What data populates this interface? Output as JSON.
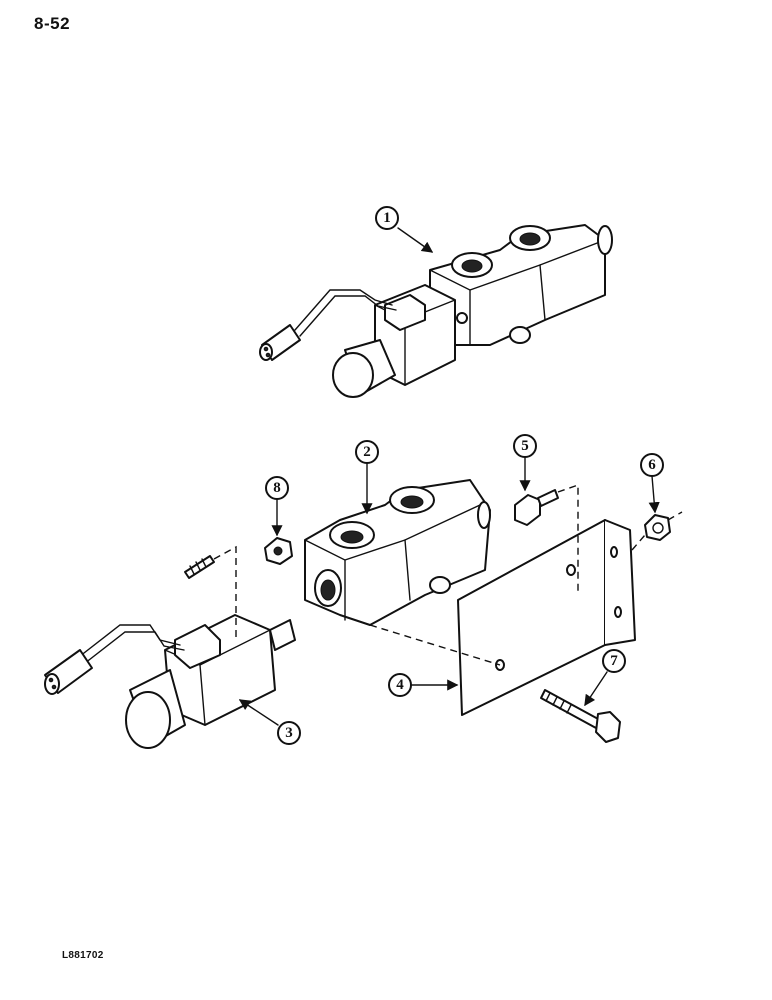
{
  "page": {
    "number": "8-52",
    "reference_code": "L881702"
  },
  "callouts": [
    {
      "label": "1"
    },
    {
      "label": "2"
    },
    {
      "label": "3"
    },
    {
      "label": "4"
    },
    {
      "label": "5"
    },
    {
      "label": "6"
    },
    {
      "label": "7"
    },
    {
      "label": "8"
    }
  ]
}
